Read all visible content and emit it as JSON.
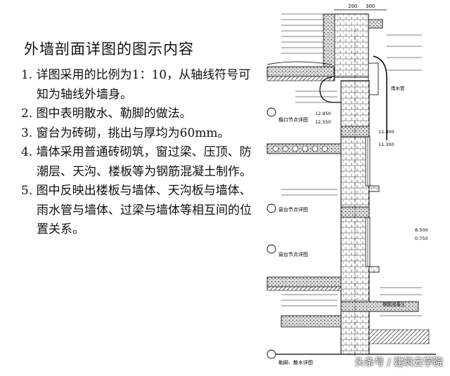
{
  "title": "外墙剖面详图的图示内容",
  "items": [
    "1. 详图采用的比例为1：10，从轴线符号可知为轴线外墙身。",
    "2. 图中表明散水、勒脚的做法。",
    "3. 窗台为砖砌，挑出与厚均为60mm。",
    "4. 墙体采用普通砖砌筑，窗过梁、压顶、防潮层、天沟、楼板等为钢筋混凝土制作。",
    "5. 图中反映出楼板与墙体、天沟板与墙体、雨水管与墙体、过梁与墙体等相互间的位置关系。"
  ],
  "drawing": {
    "dims": [
      "200",
      "300",
      "12.950",
      "12.550",
      "11.800",
      "11.300",
      "8.500",
      "0.750"
    ],
    "labels": [
      "檐口节点详图",
      "窗台节点详图",
      "窗台节点详图",
      "勒脚、散水详图",
      "雨水管",
      "钢筋混凝土"
    ]
  },
  "watermark": "头条号 / 建筑云学院"
}
